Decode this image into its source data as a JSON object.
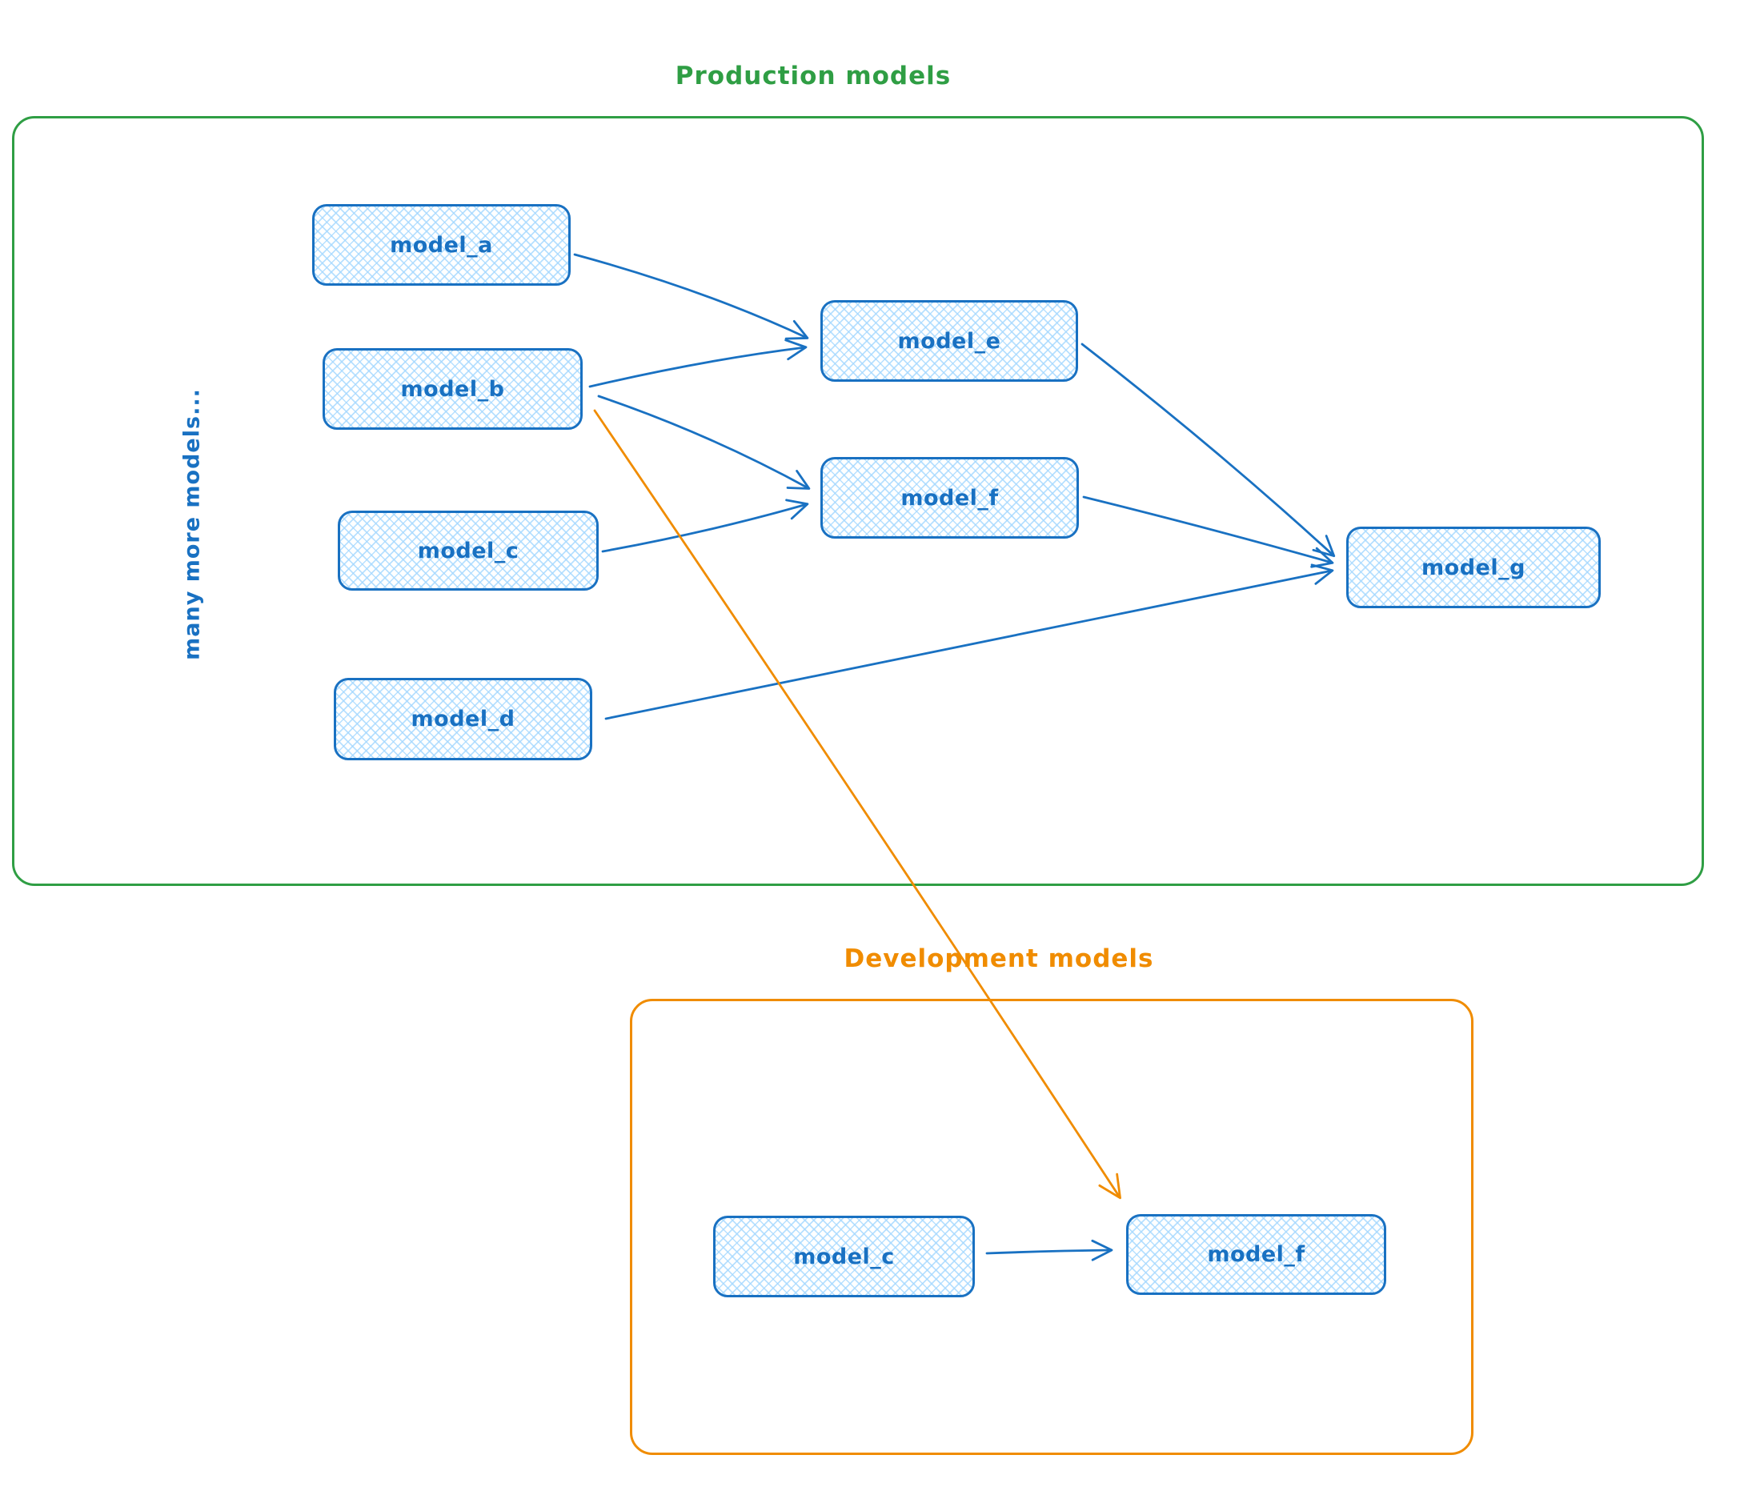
{
  "colors": {
    "blue": "#1971c2",
    "node_fill": "#a5d8ff",
    "green": "#2f9e44",
    "orange": "#f08c00",
    "background": "#ffffff"
  },
  "production": {
    "title": "Production models",
    "side_label": "many more models...",
    "nodes": [
      {
        "id": "model_a",
        "label": "model_a"
      },
      {
        "id": "model_b",
        "label": "model_b"
      },
      {
        "id": "model_c",
        "label": "model_c"
      },
      {
        "id": "model_d",
        "label": "model_d"
      },
      {
        "id": "model_e",
        "label": "model_e"
      },
      {
        "id": "model_f",
        "label": "model_f"
      },
      {
        "id": "model_g",
        "label": "model_g"
      }
    ]
  },
  "development": {
    "title": "Development models",
    "nodes": [
      {
        "id": "model_c",
        "label": "model_c"
      },
      {
        "id": "model_f",
        "label": "model_f"
      }
    ]
  },
  "edges": [
    {
      "from": "model_a (production)",
      "to": "model_e (production)",
      "color": "blue"
    },
    {
      "from": "model_b (production)",
      "to": "model_e (production)",
      "color": "blue"
    },
    {
      "from": "model_b (production)",
      "to": "model_f (production)",
      "color": "blue"
    },
    {
      "from": "model_c (production)",
      "to": "model_f (production)",
      "color": "blue"
    },
    {
      "from": "model_e (production)",
      "to": "model_g (production)",
      "color": "blue"
    },
    {
      "from": "model_f (production)",
      "to": "model_g (production)",
      "color": "blue"
    },
    {
      "from": "model_d (production)",
      "to": "model_g (production)",
      "color": "blue"
    },
    {
      "from": "model_b (production)",
      "to": "model_f (development)",
      "color": "orange"
    },
    {
      "from": "model_c (development)",
      "to": "model_f (development)",
      "color": "blue"
    }
  ]
}
